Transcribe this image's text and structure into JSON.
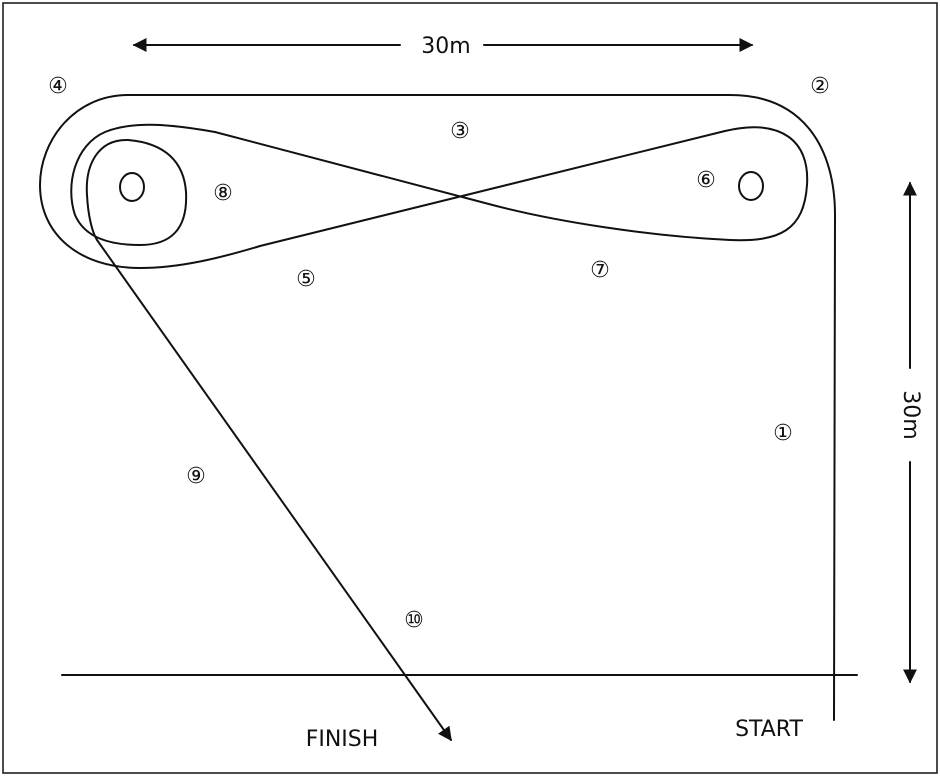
{
  "course": {
    "width_label": "30m",
    "height_label": "30m",
    "start_label": "START",
    "finish_label": "FINISH"
  },
  "steps": [
    "①",
    "②",
    "③",
    "④",
    "⑤",
    "⑥",
    "⑦",
    "⑧",
    "⑨",
    "⑩"
  ],
  "colors": {
    "line": "#111111",
    "background": "#ffffff"
  }
}
